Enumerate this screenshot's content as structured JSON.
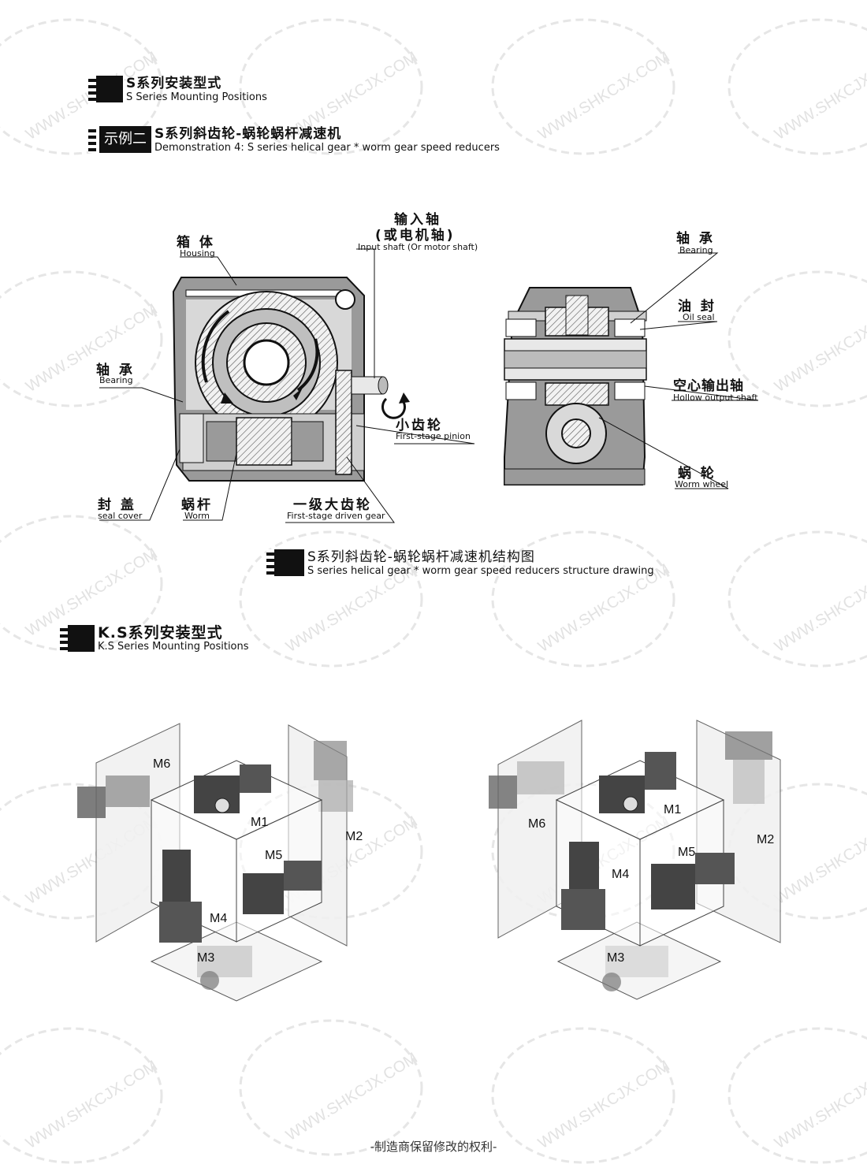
{
  "watermark": {
    "text": "WWW.SHKCJX.COM"
  },
  "section1": {
    "title_zh": "S系列安装型式",
    "title_en": "S Series Mounting Positions"
  },
  "demo": {
    "tag": "示例二",
    "title_zh": "S系列斜齿轮-蜗轮蜗杆减速机",
    "title_en": "Demonstration 4: S series helical gear * worm gear speed reducers"
  },
  "labels": {
    "housing": {
      "zh": "箱 体",
      "en": "Housing"
    },
    "input_shaft": {
      "zh1": "输入轴",
      "zh2": "(或电机轴)",
      "en": "Input shaft (Or motor shaft)"
    },
    "bearing_left": {
      "zh": "轴 承",
      "en": "Bearing"
    },
    "pinion": {
      "zh": "小齿轮",
      "en": "First-stage pinion"
    },
    "seal_cover": {
      "zh": "封 盖",
      "en": "seal cover"
    },
    "worm": {
      "zh": "蜗杆",
      "en": "Worm"
    },
    "driven_gear": {
      "zh": "一级大齿轮",
      "en": "First-stage driven gear"
    },
    "bearing_right": {
      "zh": "轴 承",
      "en": "Bearing"
    },
    "oil_seal": {
      "zh": "油 封",
      "en": "Oil seal"
    },
    "hollow_shaft": {
      "zh": "空心输出轴",
      "en": "Hollow output shaft"
    },
    "worm_wheel": {
      "zh": "蜗 轮",
      "en": "Worm wheel"
    }
  },
  "structure_caption": {
    "zh": "S系列斜齿轮-蜗轮蜗杆减速机结构图",
    "en": "S series helical gear * worm gear speed reducers structure drawing"
  },
  "section2": {
    "title_zh": "K.S系列安装型式",
    "title_en": "K.S Series Mounting Positions"
  },
  "positions_left": [
    "M1",
    "M2",
    "M3",
    "M4",
    "M5",
    "M6"
  ],
  "positions_right": [
    "M1",
    "M2",
    "M3",
    "M4",
    "M5",
    "M6"
  ],
  "footer": "-制造商保留修改的权利-"
}
